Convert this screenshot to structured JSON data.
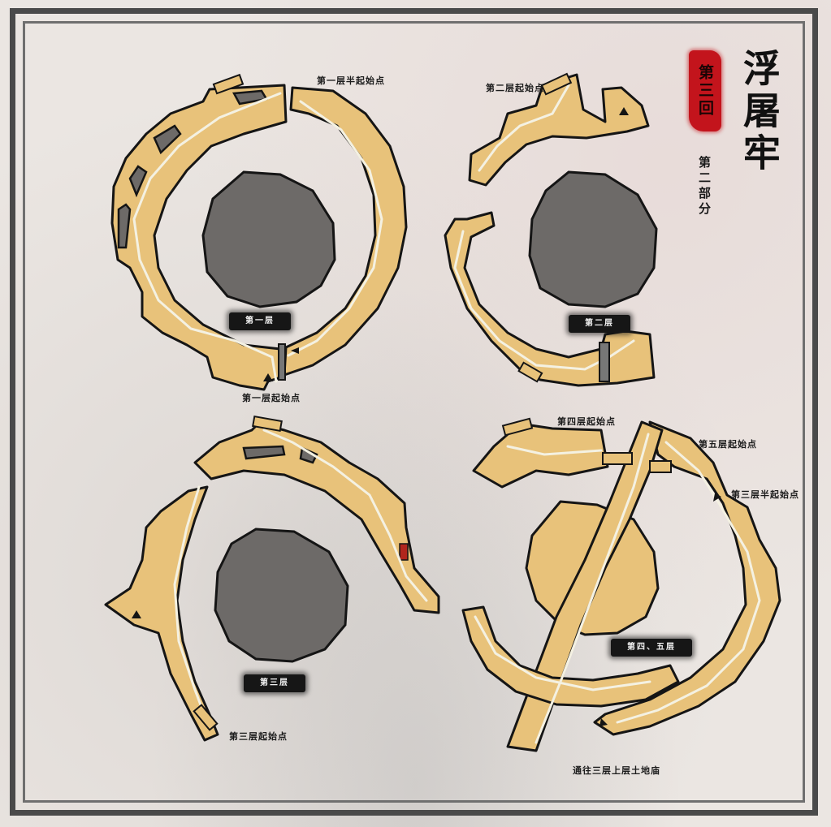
{
  "title": {
    "main": "浮屠牢",
    "chapter": "第三回",
    "part": "第二部分"
  },
  "colors": {
    "paper": "#ebe6e2",
    "corridor_fill": "#e8c27a",
    "corridor_outline": "#151515",
    "path_line": "#f4f1e2",
    "pit_fill": "#6d6a68",
    "seal_red": "#c3141c",
    "frame": "#4a4a4a",
    "marker_red": "#b1261d"
  },
  "floors": [
    {
      "id": "floor-1",
      "badge": "第一层"
    },
    {
      "id": "floor-2",
      "badge": "第二层"
    },
    {
      "id": "floor-3",
      "badge": "第三层"
    },
    {
      "id": "floor-4-5",
      "badge": "第四、五层"
    }
  ],
  "labels": {
    "floor1_half_start": "第一层半起始点",
    "floor1_start": "第一层起始点",
    "floor2_start": "第二层起始点",
    "floor3_start": "第三层起始点",
    "floor4_start": "第四层起始点",
    "floor5_start": "第五层起始点",
    "floor3_half_start": "第三层半起始点",
    "to_floor3_upper_shrine": "通往三层上层土地庙"
  }
}
